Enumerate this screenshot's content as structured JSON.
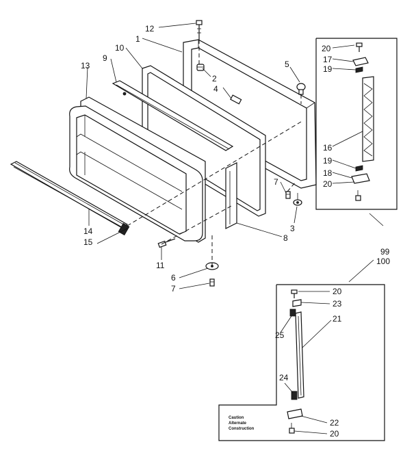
{
  "callouts": {
    "c1": "1",
    "c2": "2",
    "c3": "3",
    "c4": "4",
    "c5": "5",
    "c6": "6",
    "c7a": "7",
    "c7b": "7",
    "c8": "8",
    "c9": "9",
    "c10": "10",
    "c11": "11",
    "c12": "12",
    "c13": "13",
    "c14": "14",
    "c15": "15",
    "c16": "16",
    "c17": "17",
    "c18": "18",
    "c19a": "19",
    "c19b": "19",
    "c20a": "20",
    "c20b": "20",
    "c20c": "20",
    "c20d": "20",
    "c21": "21",
    "c22": "22",
    "c23": "23",
    "c24": "24",
    "c25": "25",
    "c99": "99",
    "c100": "100"
  },
  "caption": {
    "line1": "Caution",
    "line2": "Alternate",
    "line3": "Construction"
  }
}
